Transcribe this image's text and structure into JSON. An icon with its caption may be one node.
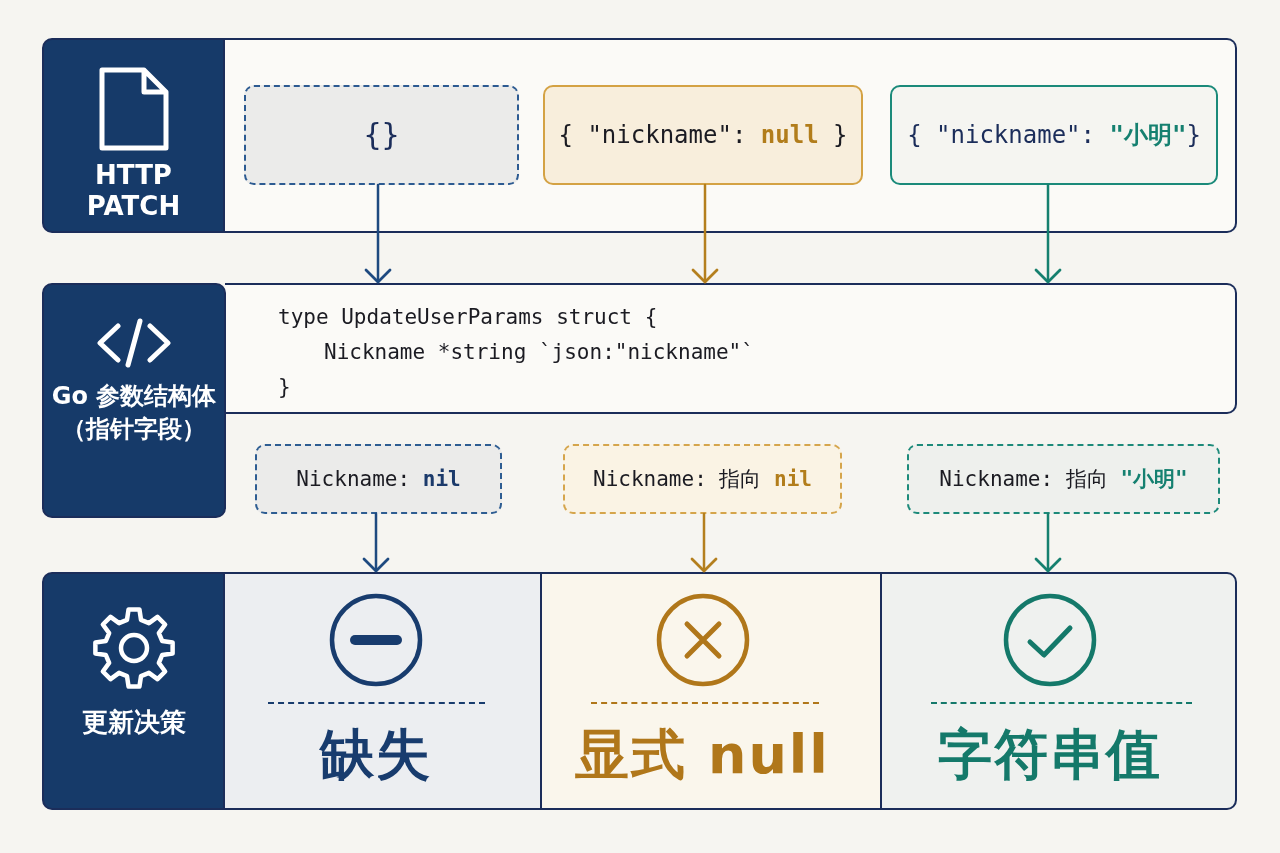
{
  "diagram": {
    "nodes": [
      {
        "text": [
          "HTTP PATCH"
        ]
      },
      {
        "text": [],
        "shape": "box"
      },
      {
        "text": [
          "{}"
        ],
        "in": 1
      },
      {
        "text": [
          "{ \"nickname\": **null** }"
        ],
        "in": 1
      },
      {
        "text": [
          "{ \"nickname\": **\"小明\"**}"
        ],
        "in": 1
      },
      {
        "text": [
          "Go 参数结构体（指针字段）"
        ]
      },
      {
        "text": [
          "type UpdateUserParams struct {",
          "Nickname *string `json:\"nickname\"`",
          "}"
        ]
      },
      {
        "text": [
          "Nickname: **nil**"
        ]
      },
      {
        "text": [
          "Nickname: 指向 **nil**"
        ]
      },
      {
        "text": [
          "Nickname: 指向 **\"小明\"**"
        ]
      },
      {
        "text": [
          "更新决策"
        ]
      },
      {
        "text": [
          "缺失"
        ]
      },
      {
        "text": [
          "显式 null"
        ]
      },
      {
        "text": [
          "字符串值"
        ]
      }
    ],
    "edges": [
      {
        "from": 2,
        "to": 6,
        "arrow": "to"
      },
      {
        "from": 3,
        "to": 6,
        "arrow": "to",
        "color": "#b47f1e"
      },
      {
        "from": 4,
        "to": 6,
        "arrow": "to",
        "color": "#16806f"
      },
      {
        "from": 7,
        "to": 11,
        "arrow": "to"
      },
      {
        "from": 8,
        "to": 12,
        "arrow": "to",
        "color": "#b47f1e"
      },
      {
        "from": 9,
        "to": 13,
        "arrow": "to",
        "color": "#16806f"
      }
    ]
  }
}
